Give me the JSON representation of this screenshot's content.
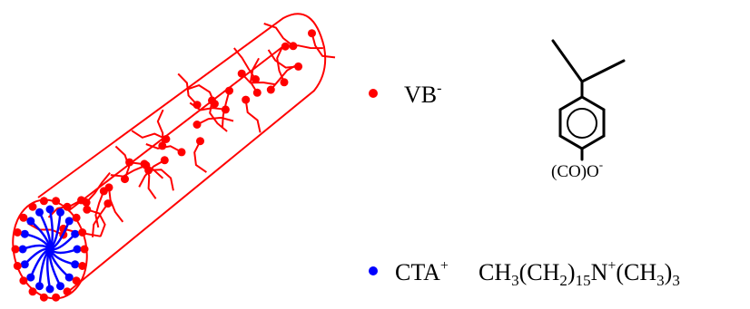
{
  "colors": {
    "vb": "#ff0000",
    "cta": "#0000ff",
    "structure": "#000000"
  },
  "legend": {
    "vb": {
      "bullet_color": "#ff0000",
      "ion": "VB",
      "ion_charge": "-",
      "substituent": "(CO)O",
      "substituent_charge": "-"
    },
    "cta": {
      "bullet_color": "#0000ff",
      "ion": "CTA",
      "ion_charge": "+",
      "formula": {
        "p1": "CH",
        "s1": "3",
        "p2": "(CH",
        "s2": "2",
        "p3": ")",
        "s3": "15",
        "p4": "N",
        "sup4": "+",
        "p5": "(CH",
        "s5": "3",
        "p6": ")",
        "s6": "3"
      }
    }
  }
}
